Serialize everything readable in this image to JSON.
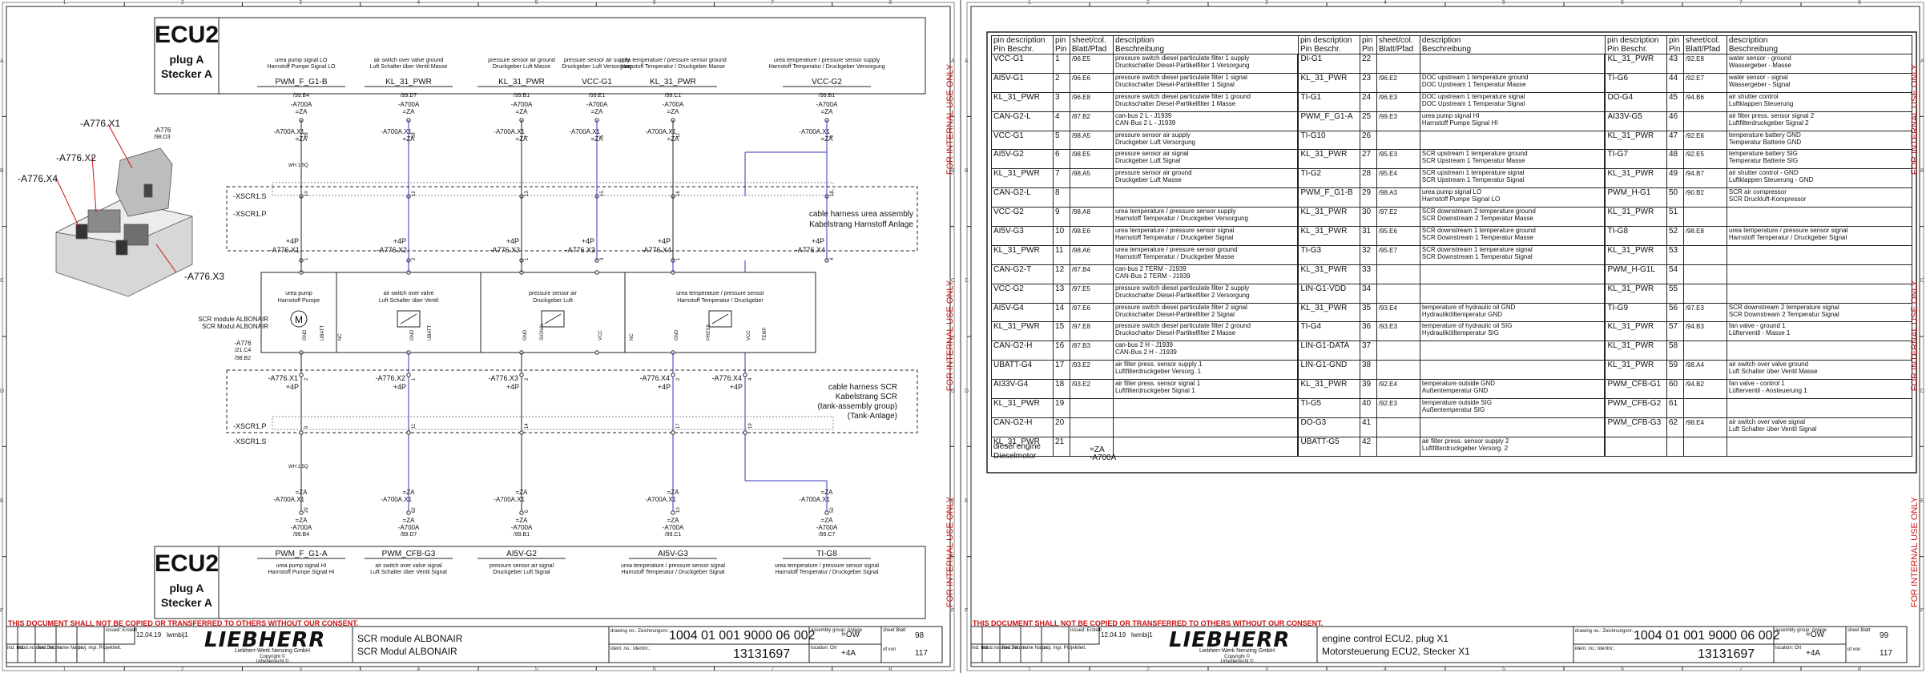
{
  "rulers": {
    "numbers": [
      "1",
      "2",
      "3",
      "4",
      "5",
      "6",
      "7",
      "8"
    ],
    "letters": [
      "A",
      "B",
      "C",
      "D",
      "E",
      "F"
    ]
  },
  "left_sheet": {
    "ecu_top": {
      "title": "ECU2",
      "line1": "plug A",
      "line2": "Stecker A"
    },
    "ecu_bottom": {
      "title": "ECU2",
      "line1": "plug A",
      "line2": "Stecker A"
    },
    "top_pins": [
      {
        "desc_en": "urea pump signal LO",
        "desc_de": "Harnstoff Pumpe Signal LO",
        "signal": "PWM_F_G1-B",
        "ref": "/99.B4",
        "conn": "-A700A",
        "eq": "=ZA",
        "conn2": "-A700A.X1",
        "eq2": "=ZA",
        "pin": "28",
        "xscr": "10",
        "abs": "1"
      },
      {
        "desc_en": "air switch over valve ground",
        "desc_de": "Luft Schalter über Ventil Masse",
        "signal": "KL_31_PWR",
        "ref": "/99.D7",
        "conn": "-A700A",
        "eq": "=ZA",
        "conn2": "-A700A.X1",
        "eq2": "=ZA",
        "pin": "59",
        "xscr": "12",
        "abs": "2"
      },
      {
        "desc_en": "pressure sensor air ground",
        "desc_de": "Druckgeber Luft Masse",
        "signal": "KL_31_PWR",
        "ref": "/99.B1",
        "conn": "-A700A",
        "eq": "=ZA",
        "conn2": "-A700A.X1",
        "eq2": "=ZA",
        "pin": "7",
        "xscr": "13",
        "abs": "1"
      },
      {
        "desc_en": "pressure sensor air supply",
        "desc_de": "Druckgeber Luft Versorgung",
        "signal": "VCC-G1",
        "ref": "/99.E1",
        "conn": "-A700A",
        "eq": "=ZA",
        "conn2": "-A700A.X1",
        "eq2": "=ZA",
        "pin": "5",
        "xscr": "15",
        "abs": "3"
      },
      {
        "desc_en": "urea temperature / pressure sensor ground",
        "desc_de": "Harnstoff Temperatur / Druckgeber Masse",
        "signal": "KL_31_PWR",
        "ref": "/99.C1",
        "conn": "-A700A",
        "eq": "=ZA",
        "conn2": "-A700A.X1",
        "eq2": "=ZA",
        "pin": "11",
        "xscr": "16",
        "abs": "1"
      },
      {
        "desc_en": "urea temperature / pressure sensor supply",
        "desc_de": "Harnstoff Temperatur / Druckgeber Versorgung",
        "signal": "VCC-G2",
        "ref": "/99.B1",
        "conn": "-A700A",
        "eq": "=ZA",
        "conn2": "-A700A.X1",
        "eq2": "=ZA",
        "pin": "9",
        "xscr": "18",
        "abs": "4"
      }
    ],
    "mid_conns": [
      {
        "top": "+4P",
        "bot": "-A776.X1"
      },
      {
        "top": "+4P",
        "bot": "-A776.X2"
      },
      {
        "top": "+4P",
        "bot": "-A776.X3"
      },
      {
        "top": "+4P",
        "bot": "-A776.X3"
      },
      {
        "top": "+4P",
        "bot": "-A776.X4"
      },
      {
        "top": "+4P",
        "bot": "-A776.X4"
      }
    ],
    "cable_top": {
      "en": "cable harness urea assembly",
      "de": "Kabelstrang Harnstoff Anlage"
    },
    "cable_bottom": {
      "en": "cable harness SCR",
      "de": "Kabelstrang SCR",
      "l3": "(tank-assembly group)",
      "l4": "(Tank-Anlage)"
    },
    "xscr_labels": {
      "s": "-XSCR1.S",
      "p": "-XSCR1.P"
    },
    "wire_note_top": "WH 1.5Q",
    "wire_note_bottom": "WH 1.5Q",
    "module_blocks": [
      {
        "en": "urea pump",
        "de": "Harnstoff Pumpe",
        "sym": "M"
      },
      {
        "en": "air switch over valve",
        "de": "Luft Schalter über Ventil",
        "sym": "valve"
      },
      {
        "en": "pressure sensor air",
        "de": "Druckgeber Luft",
        "sym": "P/V"
      },
      {
        "en": "urea temperature / pressure sensor",
        "de": "Harnstoff Temperatur / Druckgeber",
        "sym": "temp"
      }
    ],
    "module_pin_labels": [
      "GND",
      "UBATT",
      "NC",
      "GND",
      "UBATT",
      "GND",
      "SIGNAL",
      "VCC",
      "NC",
      "GND",
      "PRESS",
      "VCC",
      "TEMP"
    ],
    "module_name": {
      "en": "SCR module ALBONAIR",
      "de": "SCR Modul ALBONAIR"
    },
    "module_ref": {
      "a": "-A776",
      "b": "/21.C4",
      "c": "/98.B2"
    },
    "photo_ref": {
      "a": "-A776",
      "b": "/98.D3"
    },
    "photo_callouts": [
      "-A776.X1",
      "-A776.X2",
      "-A776.X4",
      "-A776.X3"
    ],
    "bottom_conns": [
      {
        "a": "-A776.X1",
        "b": "+4P",
        "pin": "2",
        "xscr": "9"
      },
      {
        "a": "-A776.X2",
        "b": "+4P",
        "pin": "1",
        "xscr": "11"
      },
      {
        "a": "-A776.X3",
        "b": "+4P",
        "pin": "2",
        "xscr": "14"
      },
      {
        "a": "-A776.X4",
        "b": "+4P",
        "pin": "2",
        "xscr": "17"
      },
      {
        "a": "-A776.X4",
        "b": "+4P",
        "pin": "4",
        "xscr": "19"
      }
    ],
    "bottom_pins": [
      {
        "eq": "=ZA",
        "conn": "-A700A.X1",
        "pin": "29",
        "eq2": "=ZA",
        "conn2": "-A700A",
        "ref": "/99.B4",
        "signal": "PWM_F_G1-A",
        "desc_en": "urea pump signal HI",
        "desc_de": "Harnstoff Pumpe Signal HI"
      },
      {
        "eq": "=ZA",
        "conn": "-A700A.X1",
        "pin": "62",
        "eq2": "=ZA",
        "conn2": "-A700A",
        "ref": "/99.D7",
        "signal": "PWM_CFB-G3",
        "desc_en": "air switch over valve signal",
        "desc_de": "Luft Schalter über Ventil Signal"
      },
      {
        "eq": "=ZA",
        "conn": "-A700A.X1",
        "pin": "6",
        "eq2": "=ZA",
        "conn2": "-A700A",
        "ref": "/99.B1",
        "signal": "AI5V-G2",
        "desc_en": "pressure sensor air signal",
        "desc_de": "Druckgeber Luft Signal"
      },
      {
        "eq": "=ZA",
        "conn": "-A700A.X1",
        "pin": "10",
        "eq2": "=ZA",
        "conn2": "-A700A",
        "ref": "/99.C1",
        "signal": "AI5V-G3",
        "desc_en": "urea temperature / pressure sensor signal",
        "desc_de": "Harnstoff Temperatur / Druckgeber Signal"
      },
      {
        "eq": "=ZA",
        "conn": "-A700A.X1",
        "pin": "52",
        "eq2": "=ZA",
        "conn2": "-A700A",
        "ref": "/99.C7",
        "signal": "TI-G8",
        "desc_en": "urea temperature / pressure sensor signal",
        "desc_de": "Harnstoff Temperatur / Druckgeber Signal"
      }
    ],
    "warning": "THIS DOCUMENT SHALL NOT BE COPIED OR TRANSFERRED TO OTHERS WITHOUT OUR CONSENT.",
    "side_text": "FOR INTERNAL USE ONLY",
    "title_block": {
      "issued_label": "issued: Erstellt",
      "date": "12.04.19",
      "user": "lwmbij1",
      "company": "Liebherr-Werk Nenzing GmbH",
      "copyright": "Copyright ©",
      "copyright2": "Urheberrecht ©",
      "title_en": "SCR module ALBONAIR",
      "title_de": "SCR Modul ALBONAIR",
      "drawing_label": "drawing no.: Zeichnungsnr.:",
      "drawing_no": "1004 01 001 9000 06 002",
      "ident_label": "ident. no.: Identnr.:",
      "ident_no": "13131697",
      "assembly_label": "assembly group: Anlage",
      "assembly": "=OW",
      "location_label": "location: Ort",
      "location": "+4A",
      "sheet_label": "sheet Blatt",
      "sheet": "98",
      "of_label": "of von",
      "of": "117",
      "mod_labels": [
        "ind. Ind.",
        "mod.no. Änd. Nr.",
        "date Datum",
        "name Name",
        "proj. mgr. Projektleit."
      ]
    }
  },
  "right_sheet": {
    "headers": {
      "pin_desc": "pin description",
      "pin_desc_de": "Pin Beschr.",
      "pin": "pin",
      "pin_de": "Pin",
      "sheet": "sheet/col.",
      "sheet_de": "Blatt/Pfad",
      "desc": "description",
      "desc_de": "Beschreibung"
    },
    "rows": [
      [
        [
          "VCC-G1",
          "1",
          "/96.E5",
          "pressure switch diesel particulate filter 1 supply",
          "Druckschalter Diesel-Partikelfilter 1 Versorgung"
        ],
        [
          "DI-G1",
          "22",
          "",
          "",
          ""
        ],
        [
          "KL_31_PWR",
          "43",
          "/92.E8",
          "water sensor - ground",
          "Wassergeber - Masse"
        ]
      ],
      [
        [
          "AI5V-G1",
          "2",
          "/96.E6",
          "pressure switch diesel particulate filter 1 signal",
          "Druckschalter Diesel-Partikelfilter 1 Signal"
        ],
        [
          "KL_31_PWR",
          "23",
          "/96.E2",
          "DOC upstream 1 temperature ground",
          "DOC Upstream 1 Temperatur Masse"
        ],
        [
          "TI-G6",
          "44",
          "/92.E7",
          "water sensor - signal",
          "Wassergeber - Signal"
        ]
      ],
      [
        [
          "KL_31_PWR",
          "3",
          "/96.E8",
          "pressure switch diesel particulate filter 1 ground",
          "Druckschalter Diesel-Partikelfilter 1 Masse"
        ],
        [
          "TI-G1",
          "24",
          "/96.E3",
          "DOC upstream 1 temperature signal",
          "DOC Upstream 1 Temperatur Signal"
        ],
        [
          "DO-G4",
          "45",
          "/94.B6",
          "air shutter control",
          "Luftklappen Steuerung"
        ]
      ],
      [
        [
          "CAN-G2-L",
          "4",
          "/87.B2",
          "can-bus 2 L - J1939",
          "CAN-Bus 2 L - J1939"
        ],
        [
          "PWM_F_G1-A",
          "25",
          "/99.E3",
          "urea pump signal HI",
          "Harnstoff Pumpe Signal HI"
        ],
        [
          "AI33V-G5",
          "46",
          "",
          "air filter press. sensor signal 2",
          "Luftfilterdruckgeber Signal 2"
        ]
      ],
      [
        [
          "VCC-G1",
          "5",
          "/98.A5",
          "pressure sensor air supply",
          "Druckgeber Luft Versorgung"
        ],
        [
          "TI-G10",
          "26",
          "",
          "",
          ""
        ],
        [
          "KL_31_PWR",
          "47",
          "/92.E6",
          "temperature battery GND",
          "Temperatur Batterie GND"
        ]
      ],
      [
        [
          "AI5V-G2",
          "6",
          "/98.E5",
          "pressure sensor air signal",
          "Druckgeber Luft Signal"
        ],
        [
          "KL_31_PWR",
          "27",
          "/95.E3",
          "SCR upstream 1 temperature ground",
          "SCR Upstream 1 Temperatur Masse"
        ],
        [
          "TI-G7",
          "48",
          "/92.E5",
          "temperature battery SIG",
          "Temperatur Batterie SIG"
        ]
      ],
      [
        [
          "KL_31_PWR",
          "7",
          "/98.A5",
          "pressure sensor air ground",
          "Druckgeber Luft Masse"
        ],
        [
          "TI-G2",
          "28",
          "/95.E4",
          "SCR upstream 1 temperature signal",
          "SCR Upstream 1 Temperatur Signal"
        ],
        [
          "KL_31_PWR",
          "49",
          "/94.B7",
          "air shutter control - GND",
          "Luftklappen Steuerung - GND"
        ]
      ],
      [
        [
          "CAN-G2-L",
          "8",
          "",
          "",
          ""
        ],
        [
          "PWM_F_G1-B",
          "29",
          "/98.A3",
          "urea pump signal LO",
          "Harnstoff Pumpe Signal LO"
        ],
        [
          "PWM_H-G1",
          "50",
          "/90.B2",
          "SCR air compressor",
          "SCR Druckluft-Kompressor"
        ]
      ],
      [
        [
          "VCC-G2",
          "9",
          "/98.A8",
          "urea temperature / pressure sensor supply",
          "Harnstoff Temperatur / Druckgeber Versorgung"
        ],
        [
          "KL_31_PWR",
          "30",
          "/97.E2",
          "SCR downstream 2 temperature ground",
          "SCR Downstream 2 Temperatur Masse"
        ],
        [
          "KL_31_PWR",
          "51",
          "",
          "",
          ""
        ]
      ],
      [
        [
          "AI5V-G3",
          "10",
          "/98.E6",
          "urea temperature / pressure sensor signal",
          "Harnstoff Temperatur / Druckgeber Signal"
        ],
        [
          "KL_31_PWR",
          "31",
          "/95.E6",
          "SCR downstream 1 temperature ground",
          "SCR Downstream 1 Temperatur Masse"
        ],
        [
          "TI-G8",
          "52",
          "/98.E8",
          "urea temperature / pressure sensor signal",
          "Harnstoff Temperatur / Druckgeber Signal"
        ]
      ],
      [
        [
          "KL_31_PWR",
          "11",
          "/98.A6",
          "urea temperature / pressure sensor ground",
          "Harnstoff Temperatur / Druckgeber Masse"
        ],
        [
          "TI-G3",
          "32",
          "/95.E7",
          "SCR downstream 1 temperature signal",
          "SCR Downstream 1 Temperatur Signal"
        ],
        [
          "KL_31_PWR",
          "53",
          "",
          "",
          ""
        ]
      ],
      [
        [
          "CAN-G2-T",
          "12",
          "/87.B4",
          "can-bus 2 TERM - J1939",
          "CAN-Bus 2 TERM - J1939"
        ],
        [
          "KL_31_PWR",
          "33",
          "",
          "",
          ""
        ],
        [
          "PWM_H-G1L",
          "54",
          "",
          "",
          ""
        ]
      ],
      [
        [
          "VCC-G2",
          "13",
          "/97.E5",
          "pressure switch diesel particulate filter 2 supply",
          "Druckschalter Diesel-Partikelfilter 2 Versorgung"
        ],
        [
          "LIN-G1-VDD",
          "34",
          "",
          "",
          ""
        ],
        [
          "KL_31_PWR",
          "55",
          "",
          "",
          ""
        ]
      ],
      [
        [
          "AI5V-G4",
          "14",
          "/97.E6",
          "pressure switch diesel particulate filter 2 signal",
          "Druckschalter Diesel-Partikelfilter 2 Signal"
        ],
        [
          "KL_31_PWR",
          "35",
          "/93.E4",
          "temperature of hydraulic oil GND",
          "Hydraulikölltemperatur GND"
        ],
        [
          "TI-G9",
          "56",
          "/97.E3",
          "SCR downstream 2 temperature signal",
          "SCR Downstream 2 Temperatur Signal"
        ]
      ],
      [
        [
          "KL_31_PWR",
          "15",
          "/97.E8",
          "pressure switch diesel particulate filter 2 ground",
          "Druckschalter Diesel-Partikelfilter 2 Masse"
        ],
        [
          "TI-G4",
          "36",
          "/93.E3",
          "temperature of hydraulic oil SIG",
          "Hydraulikölltemperatur SIG"
        ],
        [
          "KL_31_PWR",
          "57",
          "/94.B3",
          "fan valve - ground 1",
          "Lüfterventil - Masse 1"
        ]
      ],
      [
        [
          "CAN-G2-H",
          "16",
          "/87.B3",
          "can-bus 2 H - J1939",
          "CAN-Bus 2 H - J1939"
        ],
        [
          "LIN-G1-DATA",
          "37",
          "",
          "",
          ""
        ],
        [
          "KL_31_PWR",
          "58",
          "",
          "",
          ""
        ]
      ],
      [
        [
          "UBATT-G4",
          "17",
          "/93.E2",
          "air filter press. sensor supply 1",
          "Luftfilterdruckgeber Versorg. 1"
        ],
        [
          "LIN-G1-GND",
          "38",
          "",
          "",
          ""
        ],
        [
          "KL_31_PWR",
          "59",
          "/98.A4",
          "air switch over valve ground",
          "Luft Schalter über Ventil Masse"
        ]
      ],
      [
        [
          "AI33V-G4",
          "18",
          "/93.E2",
          "air filter press. sensor signal 1",
          "Luftfilterdruckgeber Signal 1"
        ],
        [
          "KL_31_PWR",
          "39",
          "/92.E4",
          "temperature outside GND",
          "Außentemperatur GND"
        ],
        [
          "PWM_CFB-G1",
          "60",
          "/94.B2",
          "fan valve - control 1",
          "Lüfterventil - Ansteuerung 1"
        ]
      ],
      [
        [
          "KL_31_PWR",
          "19",
          "",
          "",
          ""
        ],
        [
          "TI-G5",
          "40",
          "/92.E3",
          "temperature outside SIG",
          "Außentemperatur SIG"
        ],
        [
          "PWM_CFB-G2",
          "61",
          "",
          "",
          ""
        ]
      ],
      [
        [
          "CAN-G2-H",
          "20",
          "",
          "",
          ""
        ],
        [
          "DO-G3",
          "41",
          "",
          "",
          ""
        ],
        [
          "PWM_CFB-G3",
          "62",
          "/98.E4",
          "air switch over valve signal",
          "Luft Schalter über Ventil Signal"
        ]
      ],
      [
        [
          "KL_31_PWR",
          "21",
          "",
          "",
          ""
        ],
        [
          "UBATT-G5",
          "42",
          "",
          "air filter press. sensor supply 2",
          "Luftfilterdruckgeber Versorg. 2"
        ],
        [
          "",
          "",
          "",
          "",
          ""
        ]
      ]
    ],
    "footer": {
      "l1": "diesel engine",
      "l2": "Dieselmotor",
      "eq": "=ZA",
      "conn": "-A700A"
    },
    "warning": "THIS DOCUMENT SHALL NOT BE COPIED OR TRANSFERRED TO OTHERS WITHOUT OUR CONSENT.",
    "side_text": "FOR INTERNAL USE ONLY",
    "title_block": {
      "issued_label": "issued: Erstellt",
      "date": "12.04.19",
      "user": "lwmbij1",
      "company": "Liebherr-Werk Nenzing GmbH",
      "copyright": "Copyright ©",
      "copyright2": "Urheberrecht ©",
      "title_en": "engine control ECU2, plug X1",
      "title_de": "Motorsteuerung ECU2, Stecker X1",
      "drawing_label": "drawing no.: Zeichnungsnr.:",
      "drawing_no": "1004 01 001 9000 06 002",
      "ident_label": "ident. no.: Identnr.:",
      "ident_no": "13131697",
      "assembly_label": "assembly group: Anlage",
      "assembly": "=OW",
      "location_label": "location: Ort",
      "location": "+4A",
      "sheet_label": "sheet Blatt",
      "sheet": "99",
      "of_label": "of von",
      "of": "117",
      "mod_labels": [
        "ind. Ind.",
        "mod.no. Änd. Nr.",
        "date Datum",
        "name Name",
        "proj. mgr. Projektleit."
      ]
    }
  },
  "brand": {
    "logo": "LIEBHERR",
    "red": "#cc1111",
    "blue": "#3333bb"
  }
}
